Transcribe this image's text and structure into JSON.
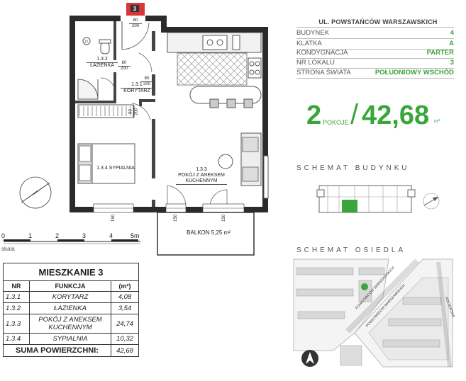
{
  "header": {
    "street": "UL. POWSTAŃCÓW WARSZAWSKICH",
    "unit_marker": "3",
    "rows": [
      {
        "label": "BUDYNEK",
        "value": "4"
      },
      {
        "label": "KLATKA",
        "value": "A"
      },
      {
        "label": "KONDYGNACJA",
        "value": "PARTER"
      },
      {
        "label": "NR LOKALU",
        "value": "3"
      },
      {
        "label": "STRONA ŚWIATA",
        "value": "POŁUDNIOWY WSCHÓD"
      }
    ]
  },
  "summary": {
    "rooms_count": "2",
    "rooms_word": "POKOJE",
    "area": "42,68",
    "area_unit": "m²"
  },
  "sections": {
    "building_scheme": "SCHEMAT BUDYNKU",
    "estate_scheme": "SCHEMAT OSIEDLA"
  },
  "estate_streets": {
    "street_a": "POWSTAŃCÓW WARSZAWSKICH",
    "street_b": "POWSTAŃCÓW WARSZAWSKICH",
    "street_c": "KOCIEWSKA"
  },
  "plan": {
    "rooms": {
      "bathroom": {
        "nr": "1.3.2",
        "name": "ŁAZIENKA"
      },
      "corridor": {
        "nr": "1.3.1",
        "name": "KORYTARZ"
      },
      "bedroom": {
        "nr": "1.3.4",
        "name": "SYPIALNIA"
      },
      "living": {
        "nr": "1.3.3",
        "name": "POKÓJ Z ANEKSEM KUCHENNYM"
      }
    },
    "doors": {
      "d1_top": "80",
      "d1_bot": "200",
      "d2_top": "80",
      "d2_bot": "200",
      "d3_top": "90",
      "d3_bot": "200",
      "d4_top": "80",
      "d4_bot": "200"
    },
    "windows": {
      "w1": "150",
      "w2": "150",
      "w3": "150"
    },
    "balcony": "BALKON 5,25 m²"
  },
  "scale": {
    "ticks": [
      "0",
      "1",
      "2",
      "3",
      "4",
      "5m"
    ],
    "label": "skala"
  },
  "table": {
    "title": "MIESZKANIE 3",
    "headers": {
      "nr": "NR",
      "function": "FUNKCJA",
      "area": "(m²)"
    },
    "rows": [
      {
        "nr": "1.3.1",
        "function": "KORYTARZ",
        "area": "4,08"
      },
      {
        "nr": "1.3.2",
        "function": "ŁAZIENKA",
        "area": "3,54"
      },
      {
        "nr": "1.3.3",
        "function": "POKÓJ Z ANEKSEM KUCHENNYM",
        "area": "24,74"
      },
      {
        "nr": "1.3.4",
        "function": "SYPIALNIA",
        "area": "10,32"
      }
    ],
    "sum_label": "SUMA POWIERZCHNI:",
    "sum_value": "42,68"
  },
  "colors": {
    "accent": "#3aa53a",
    "wall": "#2b2b2b",
    "marker": "#d9343a"
  }
}
